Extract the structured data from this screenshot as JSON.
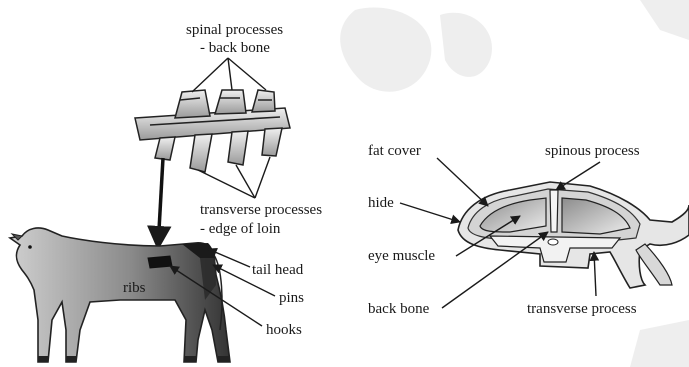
{
  "labels": {
    "spinal_1": "spinal processes",
    "spinal_2": "- back bone",
    "transverse_1": "transverse processes",
    "transverse_2": "- edge of loin",
    "ribs": "ribs",
    "tail_head": "tail head",
    "pins": "pins",
    "hooks": "hooks",
    "fat_cover": "fat cover",
    "spinous_process": "spinous process",
    "hide": "hide",
    "eye_muscle": "eye muscle",
    "back_bone": "back bone",
    "transverse_process": "transverse process"
  }
}
